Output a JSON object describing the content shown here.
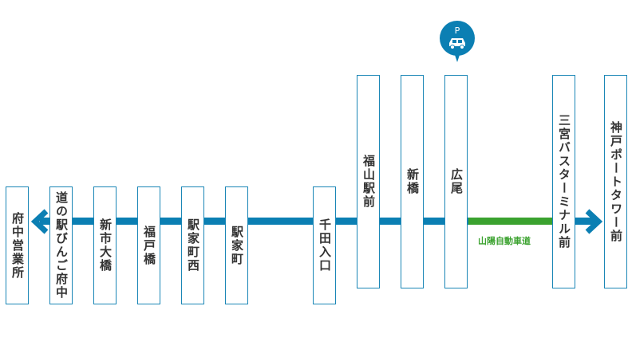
{
  "stations": [
    {
      "name": "府中営業所"
    },
    {
      "name": "道の駅びんご府中"
    },
    {
      "name": "新市大橋"
    },
    {
      "name": "福戸橋"
    },
    {
      "name": "駅家町西"
    },
    {
      "name": "駅家町"
    },
    {
      "name": "千田入口"
    },
    {
      "name": "福山駅前"
    },
    {
      "name": "新橋"
    },
    {
      "name": "広尾"
    },
    {
      "name": "三宮バスターミナル前"
    },
    {
      "name": "神戸ポートタワー前"
    }
  ],
  "highway_label": "山陽自動車道",
  "parking": {
    "icon": "parking-car-icon",
    "label": "P"
  },
  "colors": {
    "route": "#0b7fb3",
    "highway": "#3ba22f"
  }
}
